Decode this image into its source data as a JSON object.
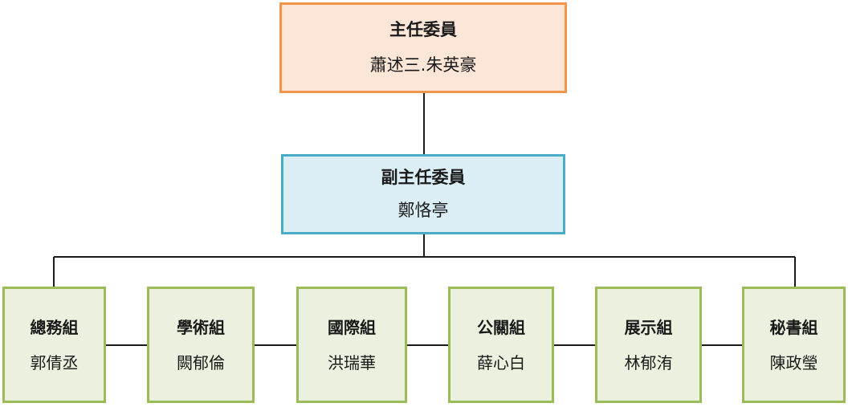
{
  "chief": {
    "title": "主任委員",
    "person": "蕭述三.朱英豪"
  },
  "deputy": {
    "title": "副主任委員",
    "person": "鄭恪亭"
  },
  "groups": [
    {
      "title": "總務組",
      "person": "郭倩丞"
    },
    {
      "title": "學術組",
      "person": "闕郁倫"
    },
    {
      "title": "國際組",
      "person": "洪瑞華"
    },
    {
      "title": "公關組",
      "person": "薛心白"
    },
    {
      "title": "展示組",
      "person": "林郁洧"
    },
    {
      "title": "秘書組",
      "person": "陳政瑩"
    }
  ],
  "colors": {
    "chief_fill": "#fce6d8",
    "chief_border": "#f0954a",
    "deputy_fill": "#dbeef5",
    "deputy_border": "#4bacc6",
    "group_fill": "#ebf1de",
    "group_border": "#9bbb59",
    "line": "#1a1a1a"
  }
}
